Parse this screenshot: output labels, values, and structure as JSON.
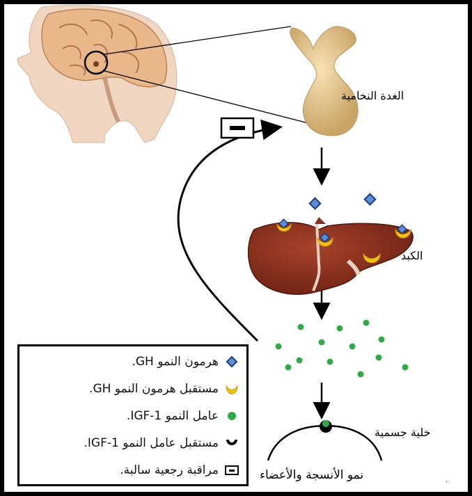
{
  "labels": {
    "pituitary": "الغدة النخامية",
    "liver": "الكبد",
    "body_cell": "خلية جسمية",
    "growth": "نمو الأنسجة والأعضاء"
  },
  "legend": {
    "gh_hormone": "هرمون النمو GH.",
    "gh_receptor": "مستقبل هرمون النمو GH.",
    "igf_factor": "عامل النمو IGF-1.",
    "igf_receptor": "مستقبل عامل النمو IGF-1.",
    "negative_feedback": "مراقبة رجعية سالبة."
  },
  "colors": {
    "liver": "#8c2f1e",
    "liver_dark": "#5a1c10",
    "gland": "#e6c78e",
    "brain": "#e9b78a",
    "gh_blue": "#5b8ed6",
    "receptor_yellow": "#f2c21b",
    "igf_green": "#33a84a",
    "skin": "#f0d5c0"
  },
  "icons": [
    "gh-diamond-icon",
    "gh-receptor-icon",
    "igf-dot-icon",
    "igf-receptor-icon",
    "feedback-minus-icon"
  ]
}
